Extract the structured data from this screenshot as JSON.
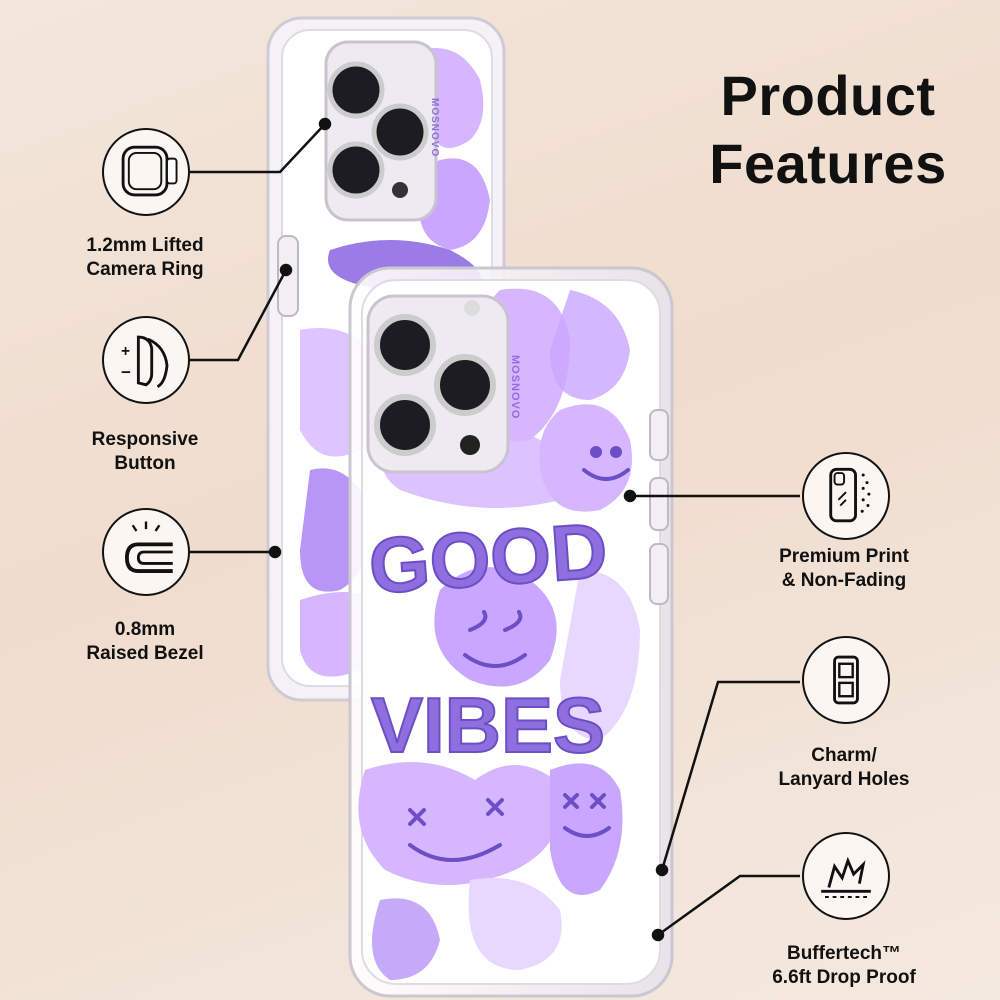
{
  "title": {
    "line1": "Product",
    "line2": "Features"
  },
  "brand_print": "MOSNOVO",
  "case_print": {
    "line1": "GOOD",
    "line2": "VIBES"
  },
  "colors": {
    "lavender": "#d6b7ff",
    "purple": "#8f6ee0",
    "text": "#111111"
  },
  "features_left": [
    {
      "icon": "camera-ring-icon",
      "line1": "1.2mm Lifted",
      "line2": "Camera Ring"
    },
    {
      "icon": "button-icon",
      "line1": "Responsive",
      "line2": "Button"
    },
    {
      "icon": "bezel-icon",
      "line1": "0.8mm",
      "line2": "Raised Bezel"
    }
  ],
  "features_right": [
    {
      "icon": "phone-print-icon",
      "line1": "Premium Print",
      "line2": "& Non-Fading"
    },
    {
      "icon": "lanyard-holes-icon",
      "line1": "Charm/",
      "line2": "Lanyard Holes"
    },
    {
      "icon": "drop-proof-icon",
      "line1": "Buffertech™",
      "line2": "6.6ft Drop Proof"
    }
  ]
}
